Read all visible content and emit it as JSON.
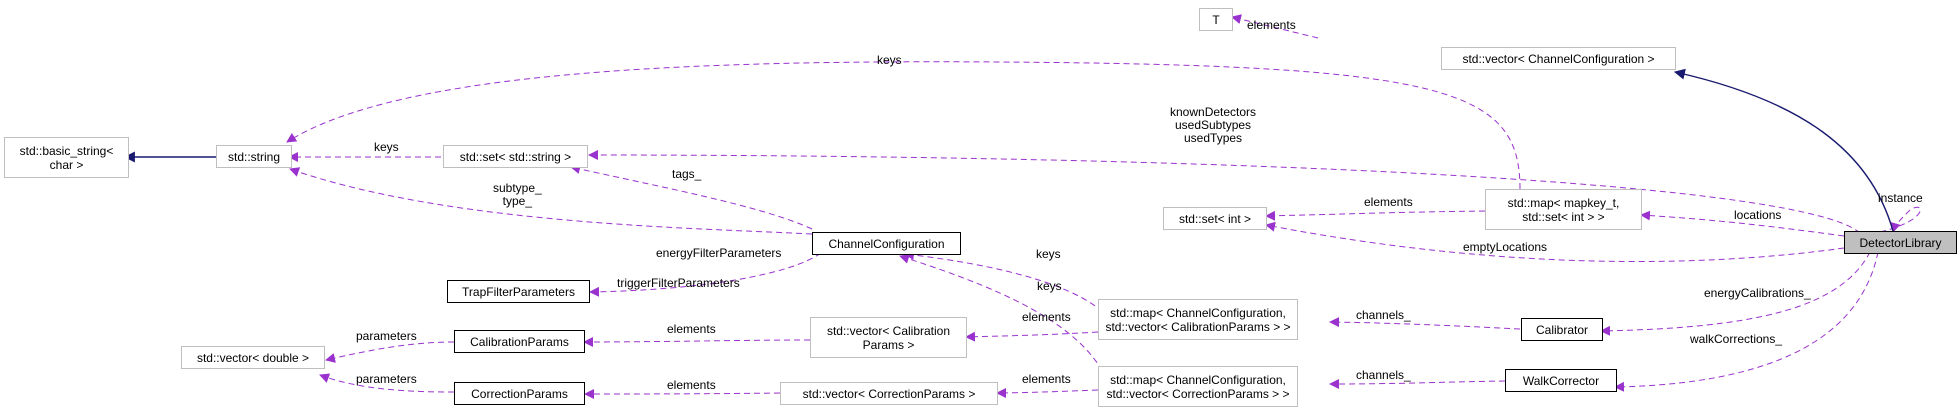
{
  "nodes": {
    "t": "T",
    "vector_channel_configuration": "std::vector< ChannelConfiguration >",
    "basic_string": [
      "std::basic_string<",
      "char >"
    ],
    "string": "std::string",
    "set_string": "std::set< std::string >",
    "map_mapkey": [
      "std::map< mapkey_t,",
      "std::set< int > >"
    ],
    "set_int": "std::set< int >",
    "detector_library": "DetectorLibrary",
    "channel_configuration": "ChannelConfiguration",
    "trap_filter_parameters": "TrapFilterParameters",
    "calibration_params": "CalibrationParams",
    "vector_calibration_params": [
      "std::vector< Calibration",
      "Params >"
    ],
    "map_calibration": [
      "std::map< ChannelConfiguration,",
      "std::vector< CalibrationParams > >"
    ],
    "calibrator": "Calibrator",
    "vector_double": "std::vector< double >",
    "correction_params": "CorrectionParams",
    "vector_correction_params": "std::vector< CorrectionParams >",
    "map_correction": [
      "std::map< ChannelConfiguration,",
      "std::vector< CorrectionParams > >"
    ],
    "walk_corrector": "WalkCorrector"
  },
  "edge_labels": {
    "t_elements": "elements",
    "map_keys_to_string": "keys",
    "set_string_keys": "keys",
    "tags": "tags_",
    "subtype_type": [
      "subtype_",
      "type_"
    ],
    "known_detectors": [
      "knownDetectors",
      "usedSubtypes",
      "usedTypes"
    ],
    "instance": "instance",
    "set_int_elements": "elements",
    "locations": "locations",
    "empty_locations": "emptyLocations",
    "energy_filter_parameters": "energyFilterParameters",
    "trigger_filter_parameters": "triggerFilterParameters",
    "map_calibration_keys": "keys",
    "map_correction_keys": "keys",
    "calibration_elements": "elements",
    "calibration_map_elements": "elements",
    "calibration_parameters": "parameters",
    "correction_parameters": "parameters",
    "correction_elements": "elements",
    "correction_map_elements": "elements",
    "calibrator_channels": "channels_",
    "walk_channels": "channels_",
    "energy_calibrations": "energyCalibrations_",
    "walk_corrections": "walkCorrections_"
  },
  "colors": {
    "inheritance_edge": "#191970",
    "usage_edge": "#9a32cd",
    "external_border": "#bfbfbf",
    "focus_fill": "#bfbfbf"
  }
}
